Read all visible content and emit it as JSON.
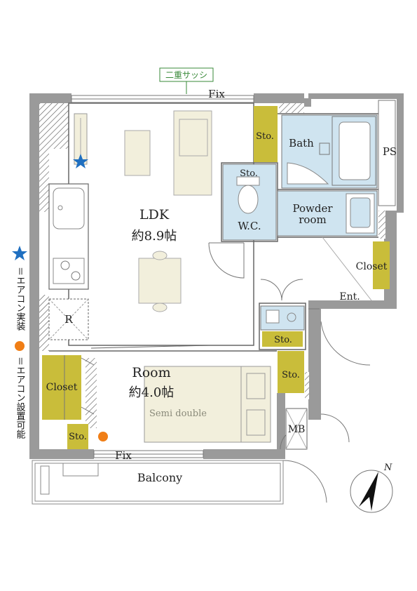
{
  "labels": {
    "double_sash": "二重サッシ",
    "fix_top": "Fix",
    "fix_bottom": "Fix",
    "ldk": "LDK",
    "ldk_area": "約8.9帖",
    "room": "Room",
    "room_area": "約4.0帖",
    "semi_double": "Semi double",
    "bath": "Bath",
    "ps": "PS",
    "powder_room_1": "Powder",
    "powder_room_2": "room",
    "wc": "W.C.",
    "sto_ldk": "Sto.",
    "sto_wc": "Sto.",
    "sto_wash": "Sto.",
    "sto_hall": "Sto.",
    "sto_room": "Sto.",
    "closet_entry": "Closet",
    "closet_room": "Closet",
    "entrance": "Ent.",
    "fridge": "R",
    "mb": "MB",
    "balcony": "Balcony",
    "north": "N"
  },
  "legend": {
    "star_text": "＝エアコン実装",
    "dot_text": "＝エアコン設置可能"
  },
  "colors": {
    "wall": "#9a9a9a",
    "storage": "#c9bd3a",
    "wet_area": "#cfe4f0",
    "furniture": "#f2efdc",
    "star": "#1f6fc0",
    "dot": "#f07e16",
    "sash_green": "#3a8a3a"
  }
}
